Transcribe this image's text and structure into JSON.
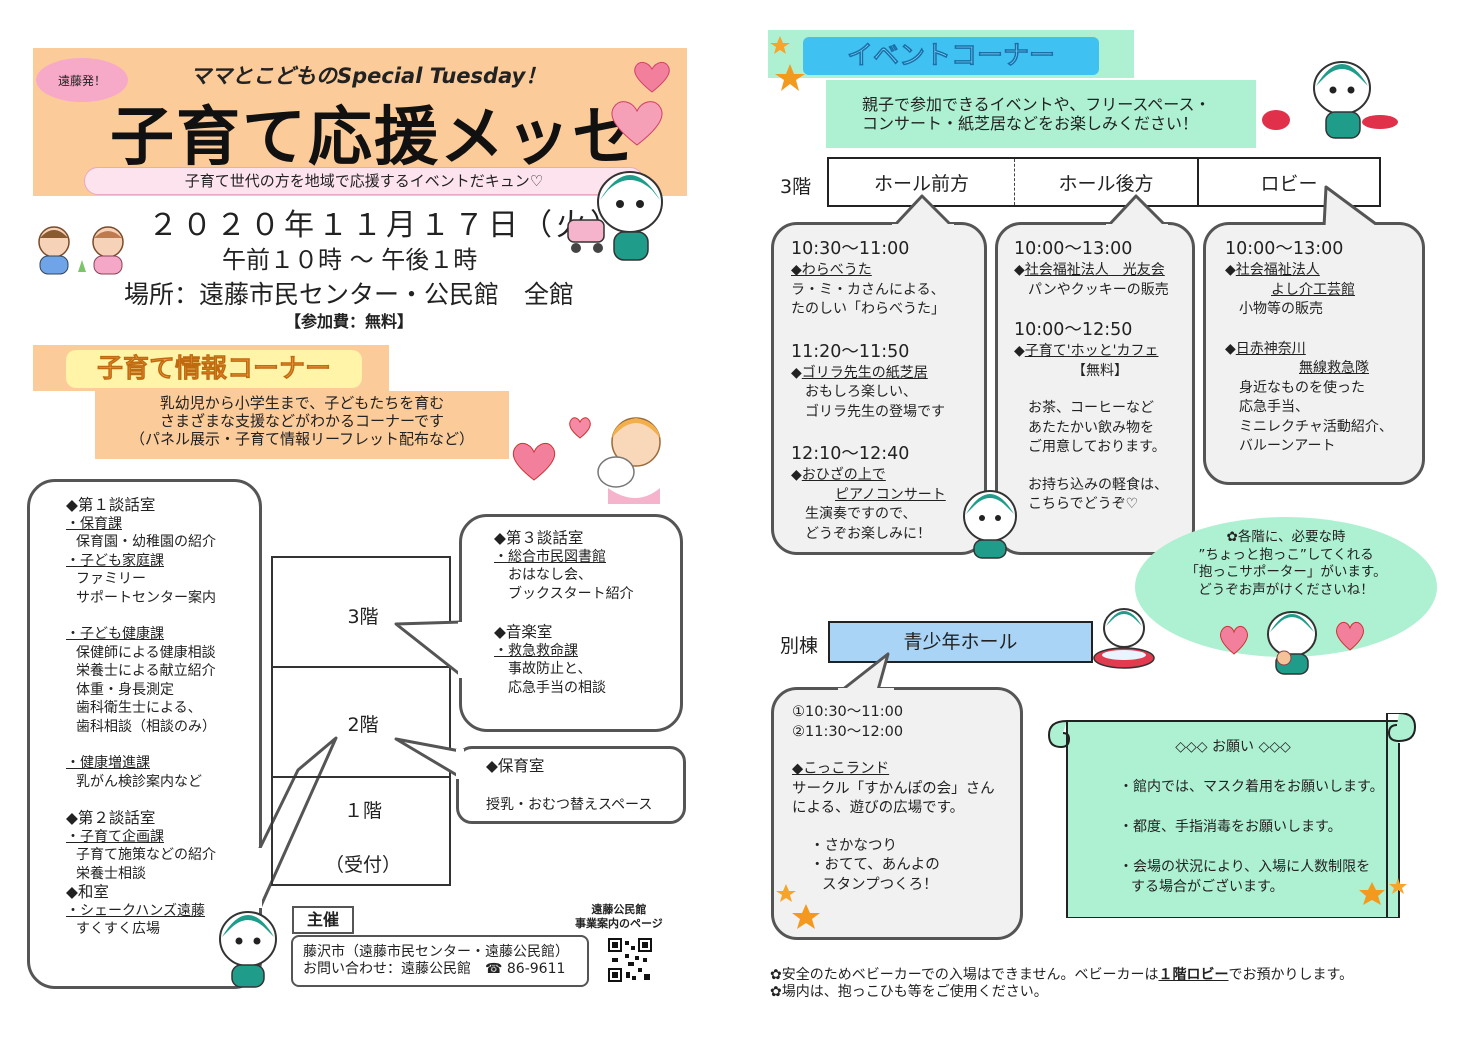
{
  "left": {
    "origin_badge": "遠藤発！",
    "subtitle_top": "ママとこどものSpecial Tuesday！",
    "main_title": "子育て応援メッセ",
    "tagline": "子育て世代の方を地域で応援するイベントだキュン♡",
    "date": "２０２０年１１月１７日（火）",
    "time": "午前１０時 ～ 午後１時",
    "place": "場所：遠藤市民センター・公民館　全館",
    "fee": "【参加費：無料】",
    "info_corner": {
      "title": "子育て情報コーナー",
      "desc": [
        "乳幼児から小学生まで、子どもたちを育む",
        "さまざまな支援などがわかるコーナーです",
        "（パネル展示・子育て情報リーフレット配布など）"
      ]
    },
    "floor2_list": {
      "room1": "◆第１談話室",
      "dept1": "・保育課",
      "dept1_desc": "保育園・幼稚園の紹介",
      "dept2": "・子ども家庭課",
      "dept2_desc1": "ファミリー",
      "dept2_desc2": "サポートセンター案内",
      "dept3": "・子ども健康課",
      "dept3_desc1": "保健師による健康相談",
      "dept3_desc2": "栄養士による献立紹介",
      "dept3_desc3": "体重・身長測定",
      "dept3_desc4": "歯科衛生士による、",
      "dept3_desc5": "歯科相談（相談のみ）",
      "dept4": "・健康増進課",
      "dept4_desc": "乳がん検診案内など",
      "room2": "◆第２談話室",
      "dept5": "・子育て企画課",
      "dept5_desc1": "子育て施策などの紹介",
      "dept5_desc2": "栄養士相談",
      "room3": "◆和室",
      "dept6": "・シェークハンズ遠藤",
      "dept6_desc": "すくすく広場"
    },
    "floors": {
      "f3": "3階",
      "f2": "2階",
      "f1": "１階",
      "f1_sub": "（受付）"
    },
    "floor3_list": {
      "room": "◆第３談話室",
      "dept1": "・総合市民図書館",
      "dept1_desc1": "おはなし会、",
      "dept1_desc2": "ブックスタート紹介",
      "room2": "◆音楽室",
      "dept2": "・救急救命課",
      "dept2_desc1": "事故防止と、",
      "dept2_desc2": "応急手当の相談"
    },
    "floor1_list": {
      "room": "◆保育室",
      "desc": "授乳・おむつ替えスペース"
    },
    "host": {
      "label": "主催",
      "line1": "藤沢市（遠藤市民センター・遠藤公民館）",
      "line2": "お問い合わせ：遠藤公民館　☎ 86-9611",
      "qr_label1": "遠藤公民館",
      "qr_label2": "事業案内のページ"
    }
  },
  "right": {
    "event_corner": {
      "title": "イベントコーナー",
      "desc1": "親子で参加できるイベントや、フリースペース・",
      "desc2": "コンサート・紙芝居などをお楽しみください！"
    },
    "floor3": {
      "label": "3階",
      "cols": [
        "ホール前方",
        "ホール後方",
        "ロビー"
      ]
    },
    "hall_front": {
      "t1": "10:30～11:00",
      "e1": "◆わらべうた",
      "e1_d1": "ラ・ミ・カさんによる、",
      "e1_d2": "たのしい「わらべうた」",
      "t2": "11:20～11:50",
      "e2_mark": "◆",
      "e2": "ゴリラ先生の紙芝居",
      "e2_d1": "おもしろ楽しい、",
      "e2_d2": "ゴリラ先生の登場です",
      "t3": "12:10～12:40",
      "e3_mark": "◆",
      "e3": "おひざの上で",
      "e3b": "ピアノコンサート",
      "e3_d1": "生演奏ですので、",
      "e3_d2": "どうぞお楽しみに！"
    },
    "hall_back": {
      "t1": "10:00～13:00",
      "e1_mark": "◆",
      "e1": "社会福祉法人　光友会",
      "e1_d1": "パンやクッキーの販売",
      "t2": "10:00～12:50",
      "e2_mark": "◆",
      "e2": "子育て'ホッと'カフェ",
      "e2_free": "【無料】",
      "e2_d1": "お茶、コーヒーなど",
      "e2_d2": "あたたかい飲み物を",
      "e2_d3": "ご用意しております。",
      "e2_d4": "お持ち込みの軽食は、",
      "e2_d5": "こちらでどうぞ♡"
    },
    "lobby": {
      "t1": "10:00～13:00",
      "e1_mark": "◆",
      "e1": "社会福祉法人",
      "e1b": "よし介工芸館",
      "e1_d1": "小物等の販売",
      "e2_mark": "◆",
      "e2": "日赤神奈川",
      "e2b": "無線救急隊",
      "e2_d1": "身近なものを使った",
      "e2_d2": "応急手当、",
      "e2_d3": "ミニレクチャ活動紹介、",
      "e2_d4": "バルーンアート"
    },
    "hug_note": {
      "l1": "✿各階に、必要な時",
      "l2": "”ちょっと抱っこ”してくれる",
      "l3": "「抱っこサポーター」がいます。",
      "l4": "どうぞお声がけくださいね！"
    },
    "annex": {
      "label": "別棟",
      "hall": "青少年ホール",
      "t1": "①10:30～11:00",
      "t2": "②11:30～12:00",
      "e1": "◆こっこランド",
      "e1_d1": "サークル「すかんぽの会」さん",
      "e1_d2": "による、遊びの広場です。",
      "e1_d3": "・さかなつり",
      "e1_d4": "・おてて、あんよの",
      "e1_d5": "スタンプつくろ！"
    },
    "request": {
      "title": "◇◇◇ お願い ◇◇◇",
      "r1": "・館内では、マスク着用をお願いします。",
      "r2": "・都度、手指消毒をお願いします。",
      "r3": "・会場の状況により、入場に人数制限を",
      "r3b": "する場合がございます。"
    },
    "footer": {
      "n1a": "✿安全のためベビーカーでの入場はできません。ベビーカーは",
      "n1b": "１階ロビー",
      "n1c": "でお預かりします。",
      "n2": "✿場内は、抱っこひも等をご使用ください。"
    }
  },
  "colors": {
    "peach": "#fccb9a",
    "mint": "#aef0d2",
    "sky": "#3fc2f2",
    "pink": "#f7a9c8",
    "yellow": "#fff4a8",
    "heart": "#e8365d"
  }
}
